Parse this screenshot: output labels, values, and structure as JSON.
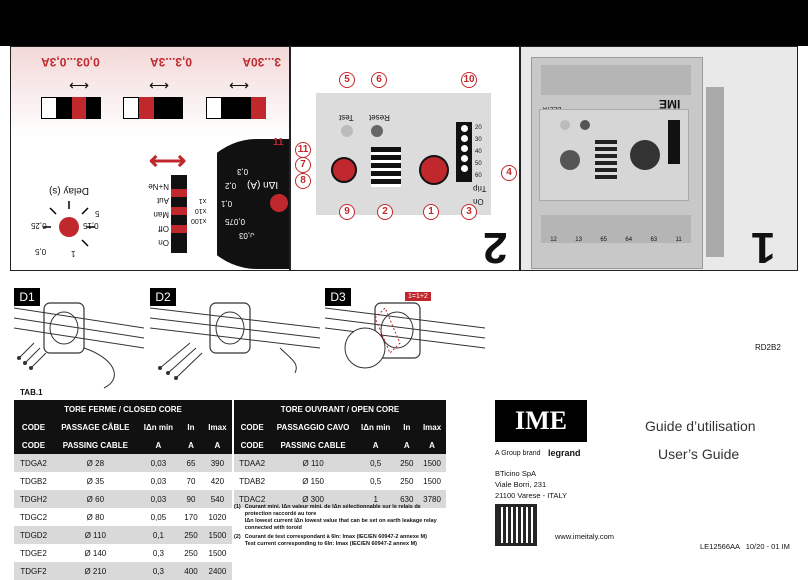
{
  "panels": {
    "p3": {
      "number": "3",
      "ranges": [
        "3...30A",
        "0,3...3A",
        "0,03...0,3A"
      ],
      "mult": [
        "x1",
        "x10",
        "x100"
      ],
      "delay_label": "Delay (s)",
      "delay_values": [
        "0",
        "0,15",
        "0,25",
        "0,5",
        "1",
        "5"
      ],
      "idn_label": "IΔn (A)",
      "idn_values": [
        "0,03",
        "0,075",
        "0,1",
        "0,2",
        "0,3"
      ],
      "switch_labels": [
        "N+Ne",
        "Aut",
        "Man",
        "Off",
        "On"
      ],
      "eleven": "11"
    },
    "p2": {
      "number": "2",
      "callouts": [
        "5",
        "6",
        "10",
        "7",
        "8",
        "4",
        "9",
        "2",
        "1",
        "3",
        "11"
      ],
      "test": "Test",
      "reset": "Reset",
      "percent_values": [
        "20",
        "30",
        "40",
        "50",
        "60"
      ],
      "trip": "Trip",
      "on": "On"
    },
    "p1": {
      "number": "1",
      "brand": "IME",
      "model": "DELTA",
      "terminals": [
        "11",
        "63",
        "64",
        "65",
        "13",
        "12"
      ]
    }
  },
  "diagrams": {
    "labels": [
      "D1",
      "D2",
      "D3"
    ],
    "d3_tag": "1=1+2"
  },
  "ref": "RD2B2",
  "tab_label": "TAB.1",
  "closed_table": {
    "title": "TORE FERME / CLOSED CORE",
    "headers1": [
      "CODE",
      "PASSAGE CÂBLE",
      "IΔn min",
      "In",
      "Imax"
    ],
    "headers2": [
      "CODE",
      "PASSING CABLE",
      "A",
      "A",
      "A"
    ],
    "rows": [
      [
        "TDGA2",
        "Ø 28",
        "0,03",
        "65",
        "390"
      ],
      [
        "TDGB2",
        "Ø 35",
        "0,03",
        "70",
        "420"
      ],
      [
        "TDGH2",
        "Ø 60",
        "0,03",
        "90",
        "540"
      ],
      [
        "TDGC2",
        "Ø 80",
        "0,05",
        "170",
        "1020"
      ],
      [
        "TDGD2",
        "Ø 110",
        "0,1",
        "250",
        "1500"
      ],
      [
        "TDGE2",
        "Ø 140",
        "0,3",
        "250",
        "1500"
      ],
      [
        "TDGF2",
        "Ø 210",
        "0,3",
        "400",
        "2400"
      ]
    ]
  },
  "open_table": {
    "title": "TORE OUVRANT / OPEN CORE",
    "headers1": [
      "CODE",
      "PASSAGGIO CAVO",
      "IΔn min",
      "In",
      "Imax"
    ],
    "headers2": [
      "CODE",
      "PASSING CABLE",
      "A",
      "A",
      "A"
    ],
    "rows": [
      [
        "TDAA2",
        "Ø 110",
        "0,5",
        "250",
        "1500"
      ],
      [
        "TDAB2",
        "Ø 150",
        "0,5",
        "250",
        "1500"
      ],
      [
        "TDAC2",
        "Ø 300",
        "1",
        "630",
        "3780"
      ]
    ]
  },
  "footnotes": {
    "n1": "(1)",
    "f1_fr": "Courant mini. IΔn valeur mini. de IΔn sélectionnable sur le relais de protection raccordé au tore",
    "f1_en": "IΔn lowest current IΔn lowest value that can be set on earth leakage relay connected with toroid",
    "n2": "(2)",
    "f2_fr": "Courant de test correspondant à 6In: Imax (IEC/EN 60947-2 annexe M)",
    "f2_en": "Test current corresponding to 6In: Imax (IEC/EN 60947-2 annex M)"
  },
  "brand": {
    "logo": "IME",
    "group": "A Group brand",
    "legrand": "legrand",
    "company": "BTicino SpA",
    "street": "Viale Borri, 231",
    "city": "21100 Varese - ITALY",
    "website": "www.imeitaly.com"
  },
  "guide": {
    "fr": "Guide d’utilisation",
    "en": "User’s Guide"
  },
  "doc_code": "LE12566AA",
  "doc_date": "10/20 - 01 IM",
  "colors": {
    "accent_red": "#c0282d",
    "header_black": "#111111",
    "row_grey": "#d9d9d9"
  }
}
